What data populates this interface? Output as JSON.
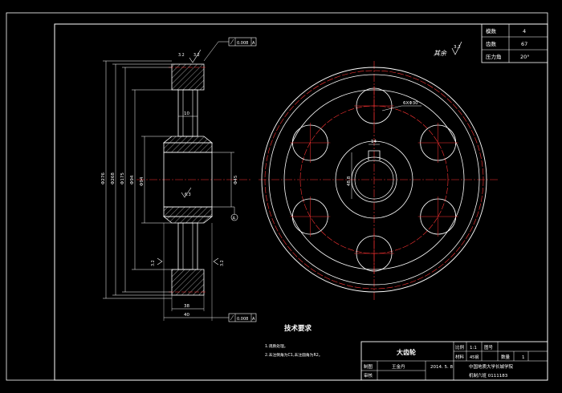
{
  "param_table": [
    {
      "label": "模数",
      "value": "4"
    },
    {
      "label": "齿数",
      "value": "67"
    },
    {
      "label": "压力角",
      "value": "20°"
    }
  ],
  "roughness_note": {
    "label": "其余",
    "value": "3.2"
  },
  "section_view": {
    "tol_top": "0.008",
    "tol_bottom": "0.008",
    "datum": "A",
    "roughness_top": "3.2",
    "roughness_hub": "6.3",
    "roughness_left": "3.2",
    "roughness_right": "3.2",
    "dim_web": "10",
    "dim_tip_dia": "Φ276",
    "dim_d1": "Φ268",
    "dim_d2": "Φ175",
    "dim_d3": "Φ94",
    "dim_bore": "Φ45",
    "dim_hub_w": "38",
    "dim_face_w": "40"
  },
  "front_view": {
    "hole_label": "6XΦ30",
    "key_dim": "14",
    "bore_dim": "48.8"
  },
  "tech_req": {
    "title": "技术要求",
    "items": [
      "1.调质处理。",
      "2.未注倒角为C1,未注圆角为R2。"
    ]
  },
  "title_block": {
    "part_name": "大齿轮",
    "scale_label": "比例",
    "scale_value": "1:1",
    "drawing_no_label": "图号",
    "material_label": "材料",
    "material_value": "45钢",
    "qty_label": "数量",
    "qty_value": "1",
    "drawn_label": "制图",
    "drawn_name": "王金丹",
    "date": "2014. 5. 8",
    "checked_label": "审核",
    "school_line1": "中国地质大学长城学院",
    "school_line2": "机制六班 0111183"
  }
}
